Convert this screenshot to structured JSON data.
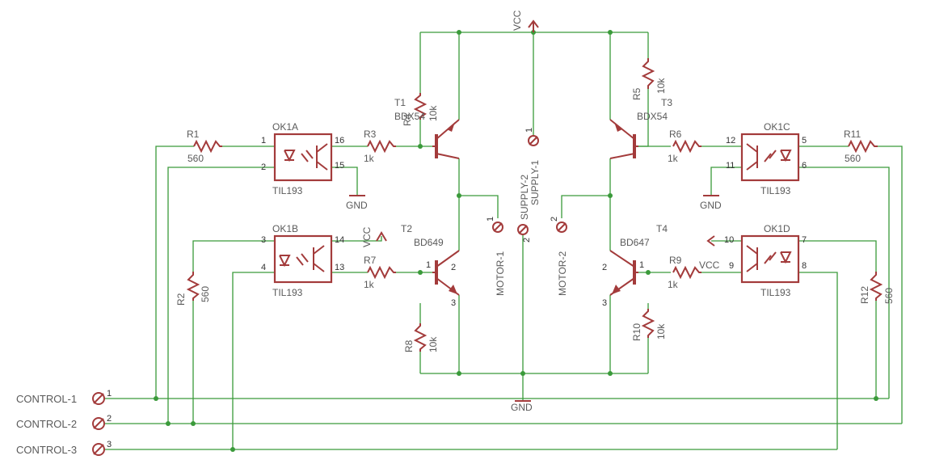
{
  "net": {
    "vcc": "VCC",
    "gnd": "GND"
  },
  "opto": {
    "ok1a": {
      "name": "OK1A",
      "value": "TIL193",
      "pins": [
        "1",
        "2",
        "16",
        "15"
      ]
    },
    "ok1b": {
      "name": "OK1B",
      "value": "TIL193",
      "pins": [
        "3",
        "4",
        "14",
        "13"
      ]
    },
    "ok1c": {
      "name": "OK1C",
      "value": "TIL193",
      "pins": [
        "12",
        "11",
        "5",
        "6"
      ]
    },
    "ok1d": {
      "name": "OK1D",
      "value": "TIL193",
      "pins": [
        "10",
        "9",
        "7",
        "8"
      ]
    }
  },
  "resistors": {
    "r1": {
      "name": "R1",
      "value": "560"
    },
    "r2": {
      "name": "R2",
      "value": "560"
    },
    "r3": {
      "name": "R3",
      "value": "1k"
    },
    "r4": {
      "name": "R4",
      "value": "10k"
    },
    "r5": {
      "name": "R5",
      "value": "10k"
    },
    "r6": {
      "name": "R6",
      "value": "1k"
    },
    "r7": {
      "name": "R7",
      "value": "1k"
    },
    "r8": {
      "name": "R8",
      "value": "10k"
    },
    "r9": {
      "name": "R9",
      "value": "1k"
    },
    "r10": {
      "name": "R10",
      "value": "10k"
    },
    "r11": {
      "name": "R11",
      "value": "560"
    },
    "r12": {
      "name": "R12",
      "value": "560"
    }
  },
  "transistors": {
    "t1": {
      "name": "T1",
      "value": "BDX54"
    },
    "t2": {
      "name": "T2",
      "value": "BD649",
      "pins": [
        "1",
        "2",
        "3"
      ]
    },
    "t3": {
      "name": "T3",
      "value": "BDX54"
    },
    "t4": {
      "name": "T4",
      "value": "BD647",
      "pins": [
        "2",
        "1",
        "3"
      ]
    }
  },
  "connectors": {
    "control1": {
      "label": "CONTROL-1",
      "pin": "1"
    },
    "control2": {
      "label": "CONTROL-2",
      "pin": "2"
    },
    "control3": {
      "label": "CONTROL-3",
      "pin": "3"
    },
    "supply1": {
      "label": "SUPPLY-1",
      "pin": "1"
    },
    "supply2": {
      "label": "SUPPLY-2",
      "pin": "2"
    },
    "motor1": {
      "label": "MOTOR-1",
      "pin": "1"
    },
    "motor2": {
      "label": "MOTOR-2",
      "pin": "2"
    }
  }
}
